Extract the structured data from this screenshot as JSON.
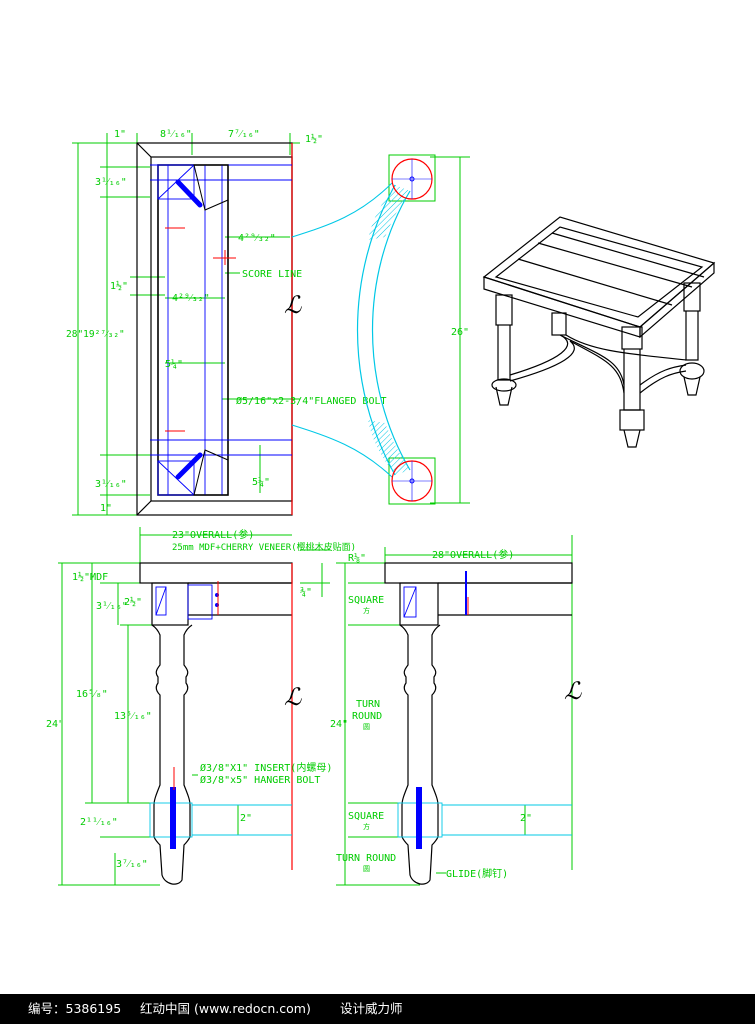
{
  "colors": {
    "dim": "#00cc00",
    "outline": "#000000",
    "hidden": "#0000ff",
    "cyan": "#00c8e6",
    "center": "#ff0000",
    "bolt": "#0000ff"
  },
  "top_plan": {
    "dims_top": [
      "1\"",
      "8¹⁄₁₆\"",
      "7⁷⁄₁₆\"",
      "1½\""
    ],
    "dim_left_upper": "3¹⁄₁₆\"",
    "dim_left_mid": "1½\"",
    "dim_left_lower": "3¹⁄₁₆\"",
    "dim_left_bottom": "1\"",
    "dim_overall_left": "28\"19²⁷⁄₃₂\"",
    "dim_inner_top": "4²⁹⁄₃₂\"",
    "dim_inner_mid": "4²⁹⁄₃₂\"",
    "dim_inner_low": "5¼\"",
    "dim_inner_bottom": "5¼\"",
    "score_line": "SCORE LINE",
    "flanged_bolt": "Ø5/16\"x2-3/4\"FLANGED BOLT"
  },
  "stretcher": {
    "dim_height": "26\""
  },
  "front_view": {
    "overall": "23\"OVERALL(参)",
    "veneer": "25mm MDF+CHERRY VENEER(樱桃木皮贴面)",
    "mdf": "1½\"MDF",
    "dim_apron_a": "3¹⁄₁₆\"",
    "dim_apron_b": "2½\"",
    "dim_top_right": "¾\"",
    "dim_leg": "16⁵⁄₈\"",
    "dim_turn": "13⁵⁄₁₆\"",
    "dim_total": "24\"",
    "insert": "Ø3/8\"X1\" INSERT(内螺母)",
    "hanger": "Ø3/8\"x5\" HANGER BOLT",
    "dim_foot": "2¹¹⁄₁₆\"",
    "dim_foot2": "2\"",
    "dim_bottom": "3⁷⁄₁₆\""
  },
  "side_view": {
    "overall": "28\"OVERALL(参)",
    "radius": "R⅛\"",
    "square_top": "SQUARE",
    "square_top_sub": "方",
    "turn_round": "TURN",
    "turn_round2": "ROUND",
    "turn_round_sub": "圆",
    "dim_total": "24\"",
    "square_low": "SQUARE",
    "square_low_sub": "方",
    "dim_foot": "2\"",
    "turn_round_low": "TURN ROUND",
    "turn_round_low_sub": "圆",
    "glide": "GLIDE(脚钉)"
  },
  "footer": {
    "id_text": "编号：5386195",
    "site_text": "红动中国 (www.redocn.com)",
    "slogan": "设计威力师"
  }
}
